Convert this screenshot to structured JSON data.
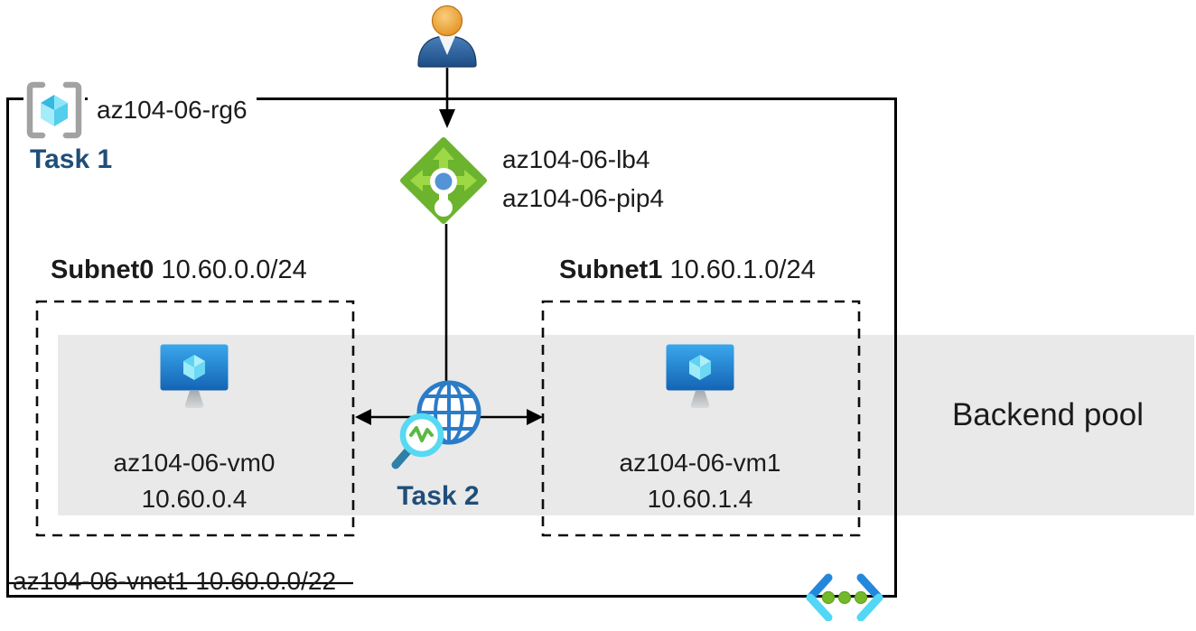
{
  "colors": {
    "task_label": "#1F4E79",
    "backend_band": "#E9E9E9",
    "outline_black": "#000000",
    "lb_green": "#6CB32E",
    "lb_arrow_green": "#9FD845",
    "vm_screen_blue": "#1F7FD0",
    "cube_cyan": "#50D0F0",
    "globe_blue": "#2B7CC8",
    "magnifier_cyan": "#57D9F3",
    "probe_zigzag_green": "#5CB843",
    "vnet_chevron_blue": "#2387DC",
    "vnet_chevron_cyan": "#53D7F5",
    "vnet_dot_green": "#74B82C",
    "user_body_blue": "#2A5E9E",
    "user_head_orange": "#EC9A2E",
    "rg_bracket_gray": "#A2A2A2"
  },
  "resource_group": {
    "name": "az104-06-rg6",
    "task_label": "Task 1"
  },
  "load_balancer": {
    "name": "az104-06-lb4",
    "public_ip": "az104-06-pip4"
  },
  "subnets": [
    {
      "name": "Subnet0",
      "cidr": "10.60.0.0/24",
      "vm": {
        "name": "az104-06-vm0",
        "ip": "10.60.0.4"
      }
    },
    {
      "name": "Subnet1",
      "cidr": "10.60.1.0/24",
      "vm": {
        "name": "az104-06-vm1",
        "ip": "10.60.1.4"
      }
    }
  ],
  "probe": {
    "task_label": "Task 2"
  },
  "backend_pool": {
    "label": "Backend pool"
  },
  "vnet": {
    "name": "az104-06-vnet1",
    "cidr": "10.60.0.0/22"
  }
}
